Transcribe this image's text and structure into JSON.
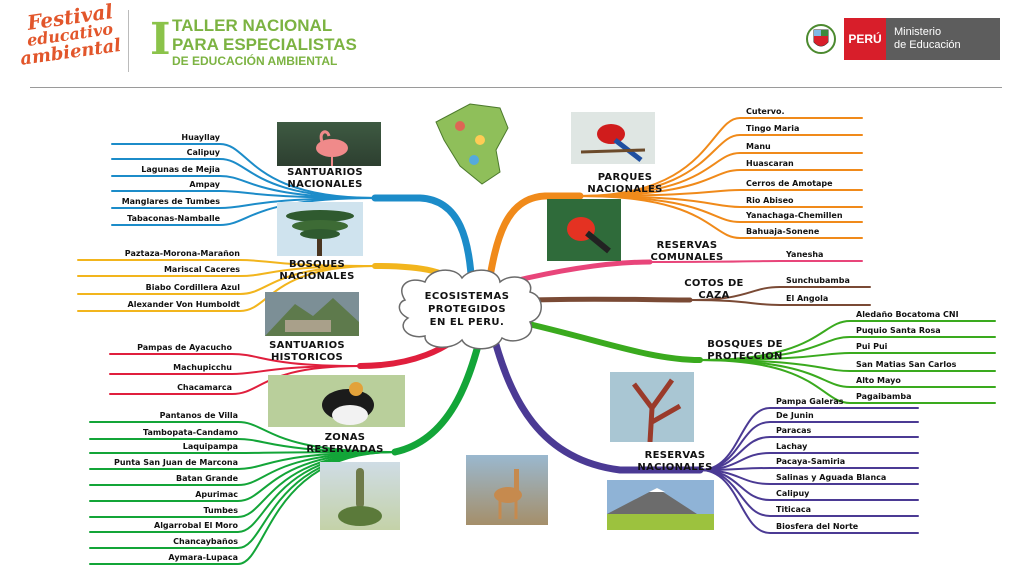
{
  "header": {
    "festival_logo": [
      "Festival",
      "educativo",
      "ambiental"
    ],
    "taller_number": "I",
    "taller_line1": "TALLER NACIONAL",
    "taller_line2": "PARA ESPECIALISTAS",
    "taller_line3": "DE EDUCACIÓN AMBIENTAL",
    "peru_label": "PERÚ",
    "ministry_line1": "Ministerio",
    "ministry_line2": "de Educación"
  },
  "center": [
    "ECOSISTEMAS",
    "PROTEGIDOS",
    "EN EL PERU."
  ],
  "branches": {
    "santuarios_nacionales": {
      "title": [
        "SANTUARIOS",
        "NACIONALES"
      ],
      "color": "#1c8cc9",
      "items": [
        "Huayllay",
        "Calipuy",
        "Lagunas de Mejia",
        "Ampay",
        "Manglares de Tumbes",
        "Tabaconas-Namballe"
      ]
    },
    "bosques_nacionales": {
      "title": [
        "BOSQUES",
        "NACIONALES"
      ],
      "color": "#f2b51d",
      "items": [
        "Paztaza-Morona-Marañon",
        "Mariscal Caceres",
        "Biabo Cordillera Azul",
        "Alexander Von Humboldt"
      ]
    },
    "santuarios_historicos": {
      "title": [
        "SANTUARIOS",
        "HISTORICOS"
      ],
      "color": "#e01f3d",
      "items": [
        "Pampas de Ayacucho",
        "Machupicchu",
        "Chacamarca"
      ]
    },
    "zonas_reservadas": {
      "title": [
        "ZONAS",
        "RESERVADAS"
      ],
      "color": "#13a538",
      "items": [
        "Pantanos de Villa",
        "Tambopata-Candamo",
        "Laquipampa",
        "Punta San Juan de Marcona",
        "Batan Grande",
        "Apurimac",
        "Tumbes",
        "Algarrobal El Moro",
        "Chancaybaños",
        "Aymara-Lupaca"
      ]
    },
    "parques_nacionales": {
      "title": [
        "PARQUES",
        "NACIONALES"
      ],
      "color": "#f08a1a",
      "items": [
        "Cutervo.",
        "Tingo Maria",
        "Manu",
        "Huascaran",
        "Cerros de Amotape",
        "Rio Abiseo",
        "Yanachaga-Chemillen",
        "Bahuaja-Sonene"
      ]
    },
    "reservas_comunales": {
      "title": [
        "RESERVAS",
        "COMUNALES"
      ],
      "color": "#e8457a",
      "items": [
        "Yanesha"
      ]
    },
    "cotos_de_caza": {
      "title": [
        "COTOS DE",
        "CAZA"
      ],
      "color": "#7a4a35",
      "items": [
        "Sunchubamba",
        "El Angola"
      ]
    },
    "bosques_de_proteccion": {
      "title": [
        "BOSQUES DE",
        "PROTECCION"
      ],
      "color": "#3aaa1e",
      "items": [
        "Aledaño Bocatoma CNI",
        "Puquio Santa Rosa",
        "Pui Pui",
        "San Matias San Carlos",
        "Alto Mayo",
        "Pagaibamba"
      ]
    },
    "reservas_nacionales": {
      "title": [
        "RESERVAS",
        "NACIONALES"
      ],
      "color": "#4b3a94",
      "items": [
        "Pampa Galeras",
        "De Junin",
        "Paracas",
        "Lachay",
        "Pacaya-Samiria",
        "Salinas y Aguada Blanca",
        "Calipuy",
        "Titicaca",
        "Biosfera del Norte"
      ]
    }
  }
}
